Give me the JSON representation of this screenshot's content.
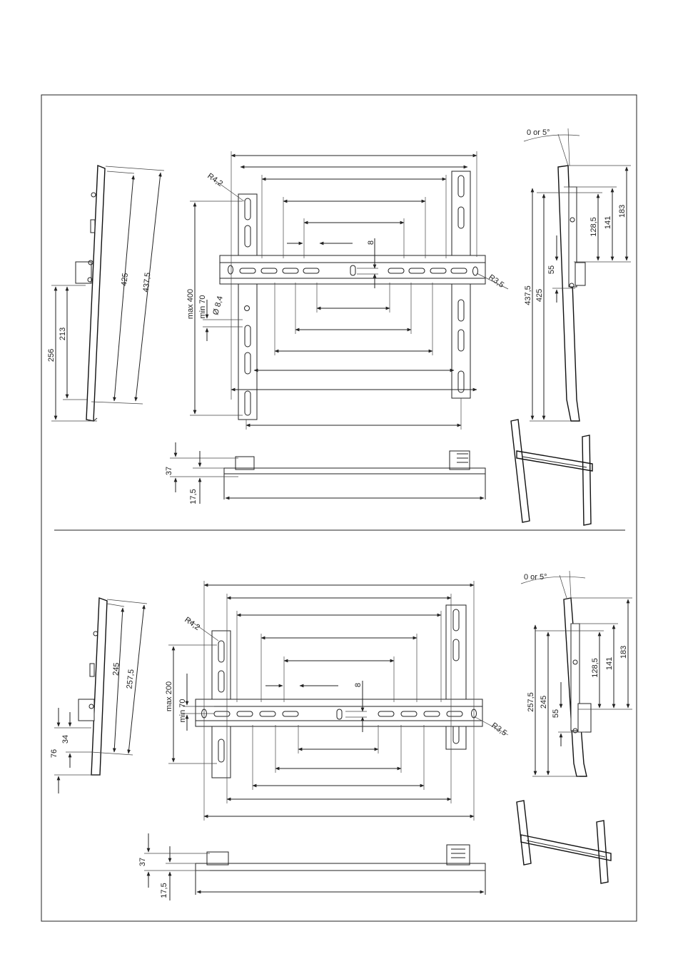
{
  "top": {
    "labels": {
      "tilt": "0 or 5°",
      "radius_top": "R4,2",
      "radius_bottom": "R3,5",
      "hole_dia": "8,4",
      "max_vesa": "max 400",
      "min_vesa": "min 70",
      "slot_gap": "8"
    },
    "left_side": {
      "height_a": "256",
      "height_b": "213",
      "len_a": "425",
      "len_b": "437,5"
    },
    "right_side": {
      "h1": "183",
      "h2": "141",
      "h3": "128,5",
      "h4": "55",
      "h5": "425",
      "h6": "437,5"
    },
    "bottom_view": {
      "depth_a": "37",
      "depth_b": "17,5"
    }
  },
  "bottom": {
    "labels": {
      "tilt": "0 or 5°",
      "radius_top": "R4,2",
      "radius_bottom": "R3,5",
      "max_vesa": "max 200",
      "min_vesa": "min 70",
      "slot_gap": "8"
    },
    "left_side": {
      "height_a": "76",
      "height_b": "34",
      "len_a": "245",
      "len_b": "257,5"
    },
    "right_side": {
      "h1": "183",
      "h2": "141",
      "h3": "128,5",
      "h4": "55",
      "h5": "245",
      "h6": "257,5"
    },
    "bottom_view": {
      "depth_a": "37",
      "depth_b": "17,5"
    }
  }
}
